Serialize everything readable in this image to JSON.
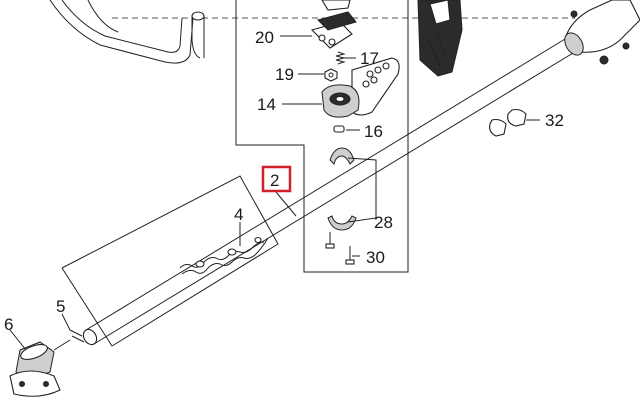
{
  "diagram": {
    "callouts": [
      {
        "id": "20",
        "label": "20"
      },
      {
        "id": "17",
        "label": "17"
      },
      {
        "id": "19",
        "label": "19"
      },
      {
        "id": "14",
        "label": "14"
      },
      {
        "id": "16",
        "label": "16"
      },
      {
        "id": "32",
        "label": "32"
      },
      {
        "id": "2",
        "label": "2",
        "highlighted": true
      },
      {
        "id": "4",
        "label": "4"
      },
      {
        "id": "28",
        "label": "28"
      },
      {
        "id": "30",
        "label": "30"
      },
      {
        "id": "5",
        "label": "5"
      },
      {
        "id": "6",
        "label": "6"
      }
    ],
    "highlight_color": "#d0202a",
    "line_color": "#222222"
  }
}
